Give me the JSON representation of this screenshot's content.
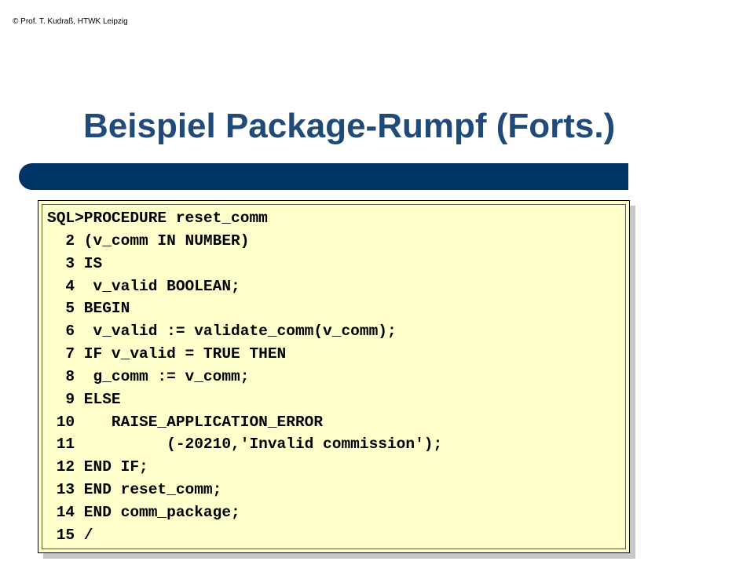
{
  "copyright": "© Prof. T. Kudraß, HTWK Leipzig",
  "title": "Beispiel Package-Rumpf (Forts.)",
  "colors": {
    "title": "#204a78",
    "bar": "#003366",
    "code_background": "#ffffcc"
  },
  "code": {
    "lines": [
      "SQL>PROCEDURE reset_comm",
      "  2 (v_comm IN NUMBER)",
      "  3 IS",
      "  4  v_valid BOOLEAN;",
      "  5 BEGIN",
      "  6  v_valid := validate_comm(v_comm);",
      "  7 IF v_valid = TRUE THEN",
      "  8  g_comm := v_comm;",
      "  9 ELSE",
      " 10    RAISE_APPLICATION_ERROR",
      " 11          (-20210,'Invalid commission');",
      " 12 END IF;",
      " 13 END reset_comm;",
      " 14 END comm_package;",
      " 15 /"
    ]
  }
}
